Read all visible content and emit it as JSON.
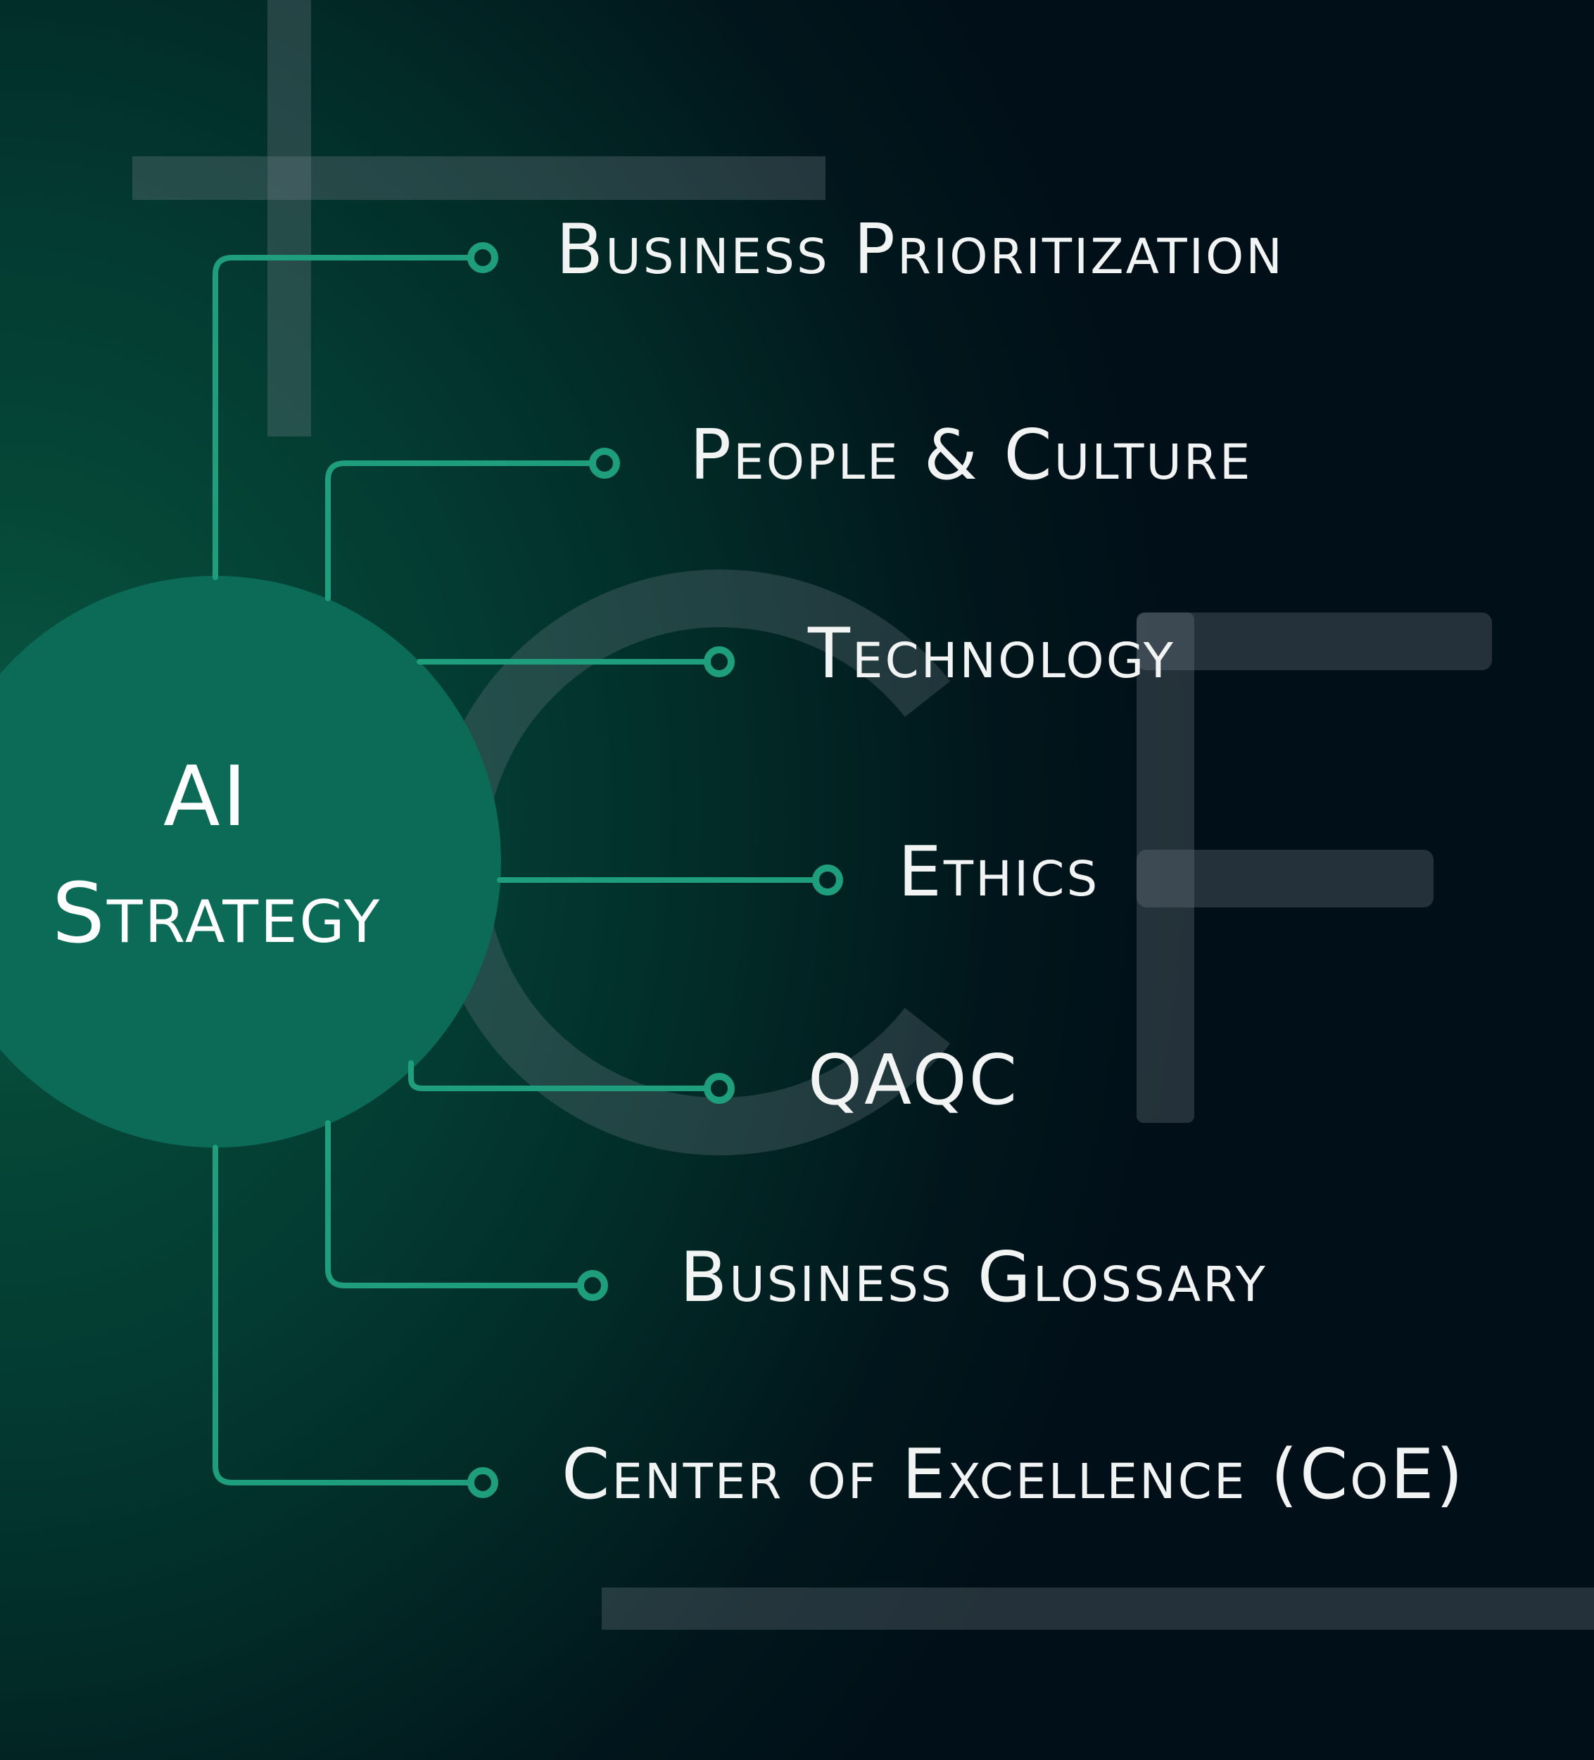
{
  "hub": {
    "line1": "AI",
    "line2": "Strategy"
  },
  "branches": [
    {
      "label": "Business Prioritization"
    },
    {
      "label": "People & Culture"
    },
    {
      "label": "Technology"
    },
    {
      "label": "Ethics"
    },
    {
      "label": "QAQC"
    },
    {
      "label": "Business Glossary"
    },
    {
      "label": "Center of Excellence (CoE)"
    }
  ],
  "colors": {
    "background": "#021e20",
    "hub_fill": "#0b6b56",
    "connector": "#1e9e7c",
    "text": "#f2f4f4",
    "watermark": "#5f6a74"
  },
  "watermark": {
    "letters": [
      "C",
      "F"
    ]
  }
}
